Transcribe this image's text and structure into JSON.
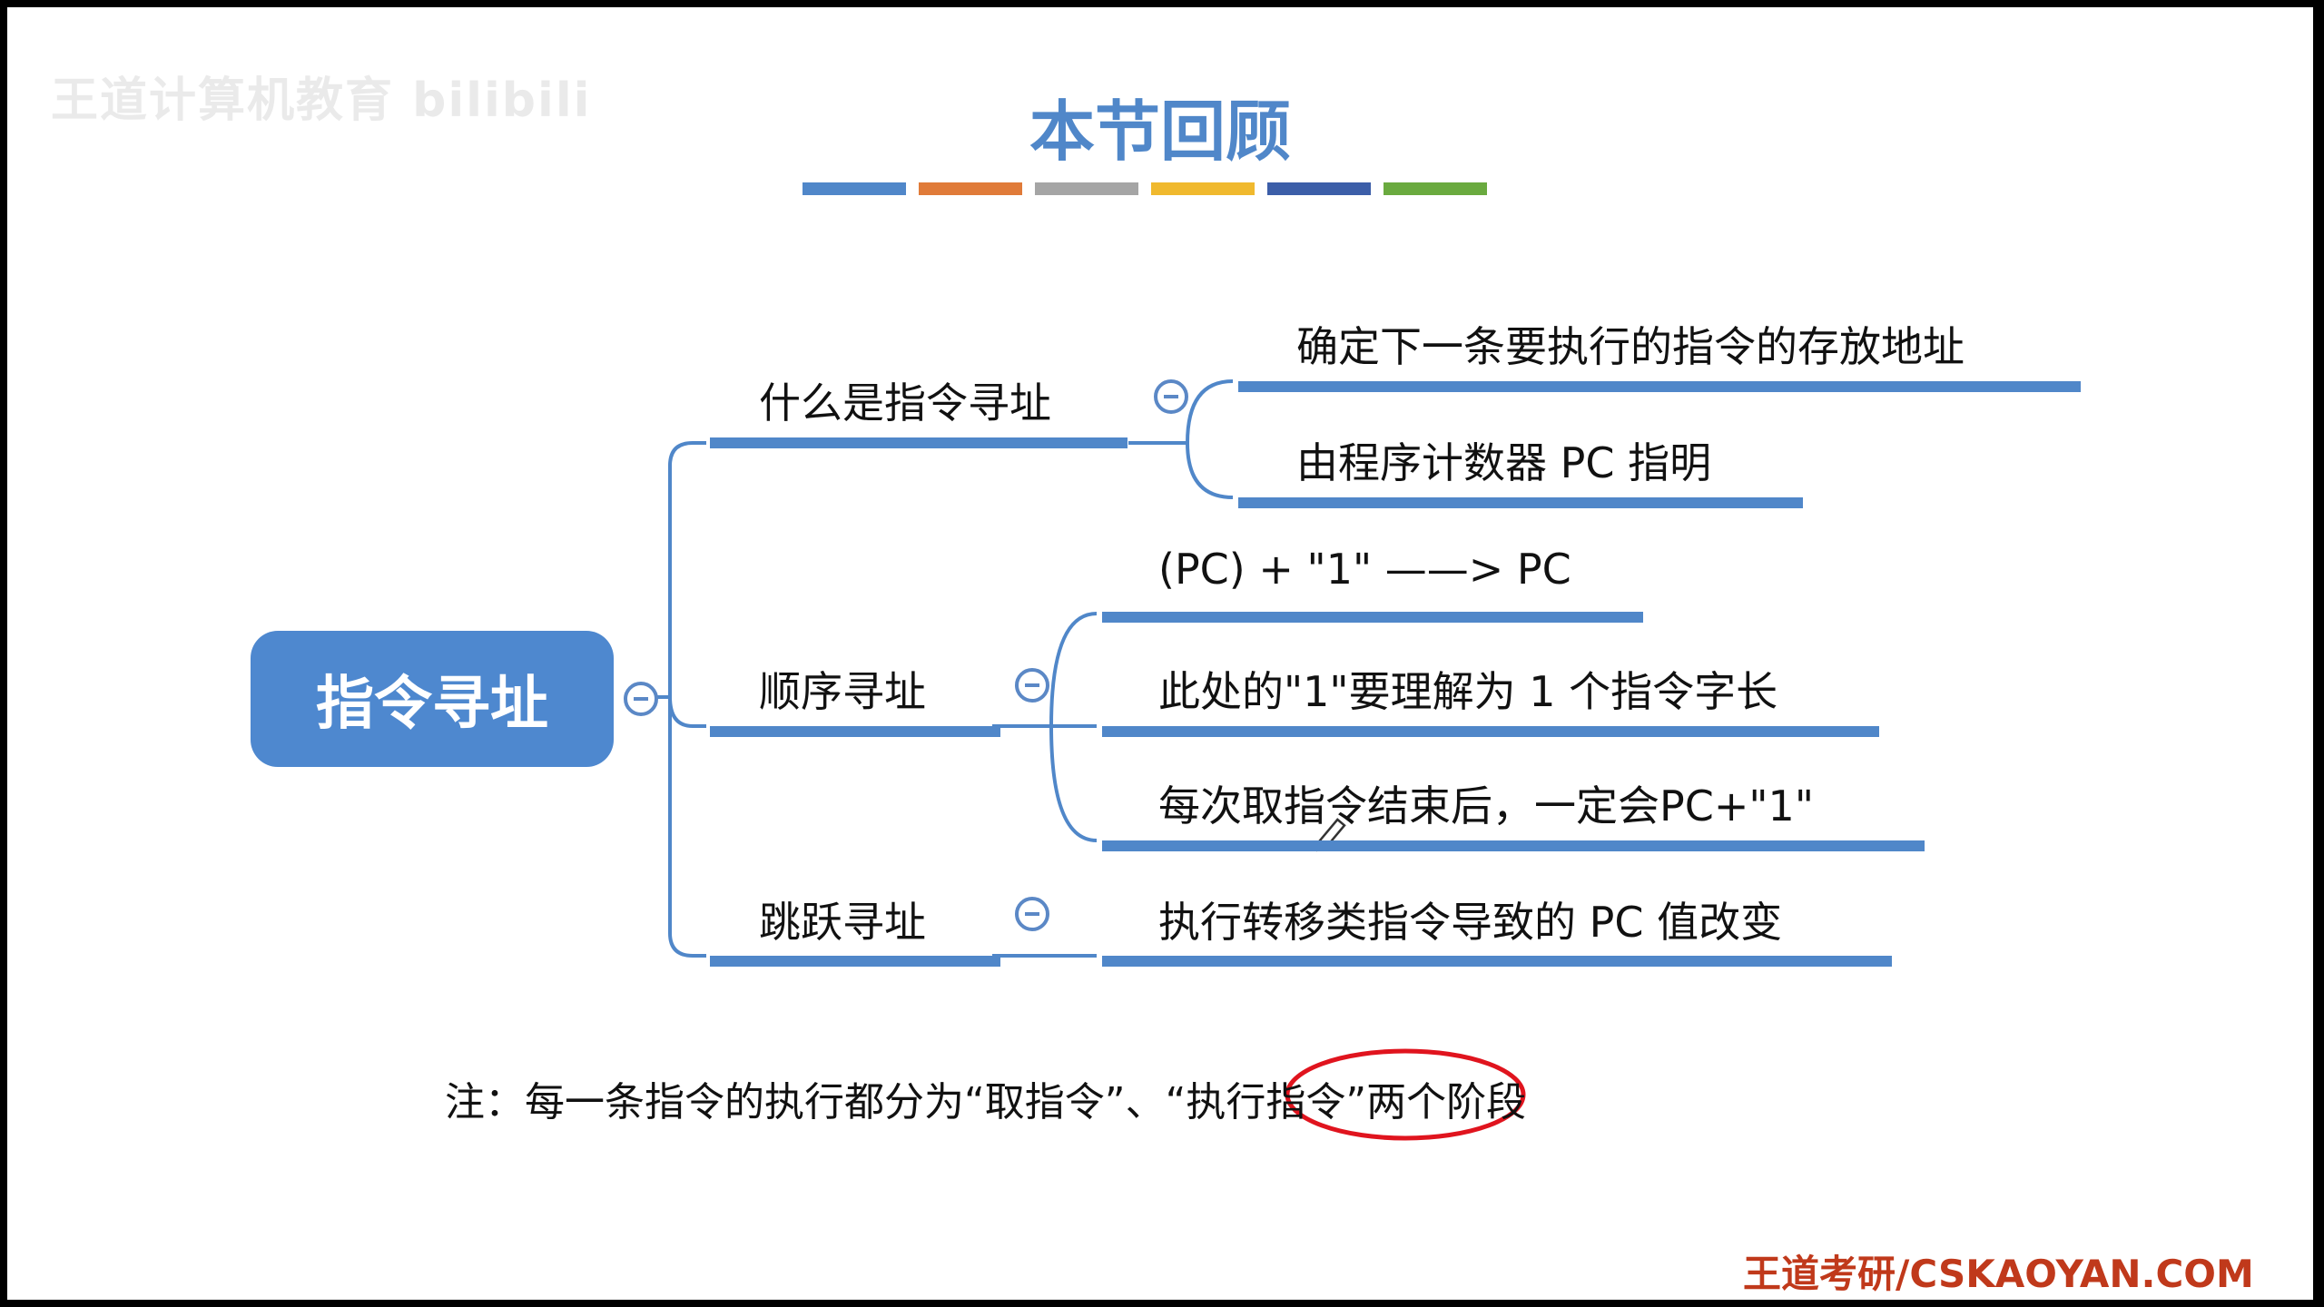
{
  "watermark": "王道计算机教育 bilibili",
  "title": "本节回顾",
  "colorbar": [
    "#5087c9",
    "#e07b39",
    "#a5a5a5",
    "#f0b92e",
    "#3c5ea8",
    "#6aaa3f"
  ],
  "root": {
    "label": "指令寻址"
  },
  "branches": [
    {
      "label": "什么是指令寻址",
      "children": [
        "确定下一条要执行的指令的存放地址",
        "由程序计数器 PC 指明"
      ]
    },
    {
      "label": "顺序寻址",
      "children": [
        "(PC) + \"1\" ——> PC",
        "此处的\"1\"要理解为 1 个指令字长",
        "每次取指令结束后，一定会PC+\"1\""
      ]
    },
    {
      "label": "跳跃寻址",
      "children": [
        "执行转移类指令导致的 PC 值改变"
      ]
    }
  ],
  "note": "注：每一条指令的执行都分为“取指令”、“执行指令”两个阶段",
  "footer": "王道考研/CSKAOYAN.COM",
  "colors": {
    "accent": "#5087c9",
    "footer": "#c0391b",
    "circle": "#e0141e"
  },
  "icons": [
    "collapse-icon",
    "pencil-cursor-icon"
  ]
}
